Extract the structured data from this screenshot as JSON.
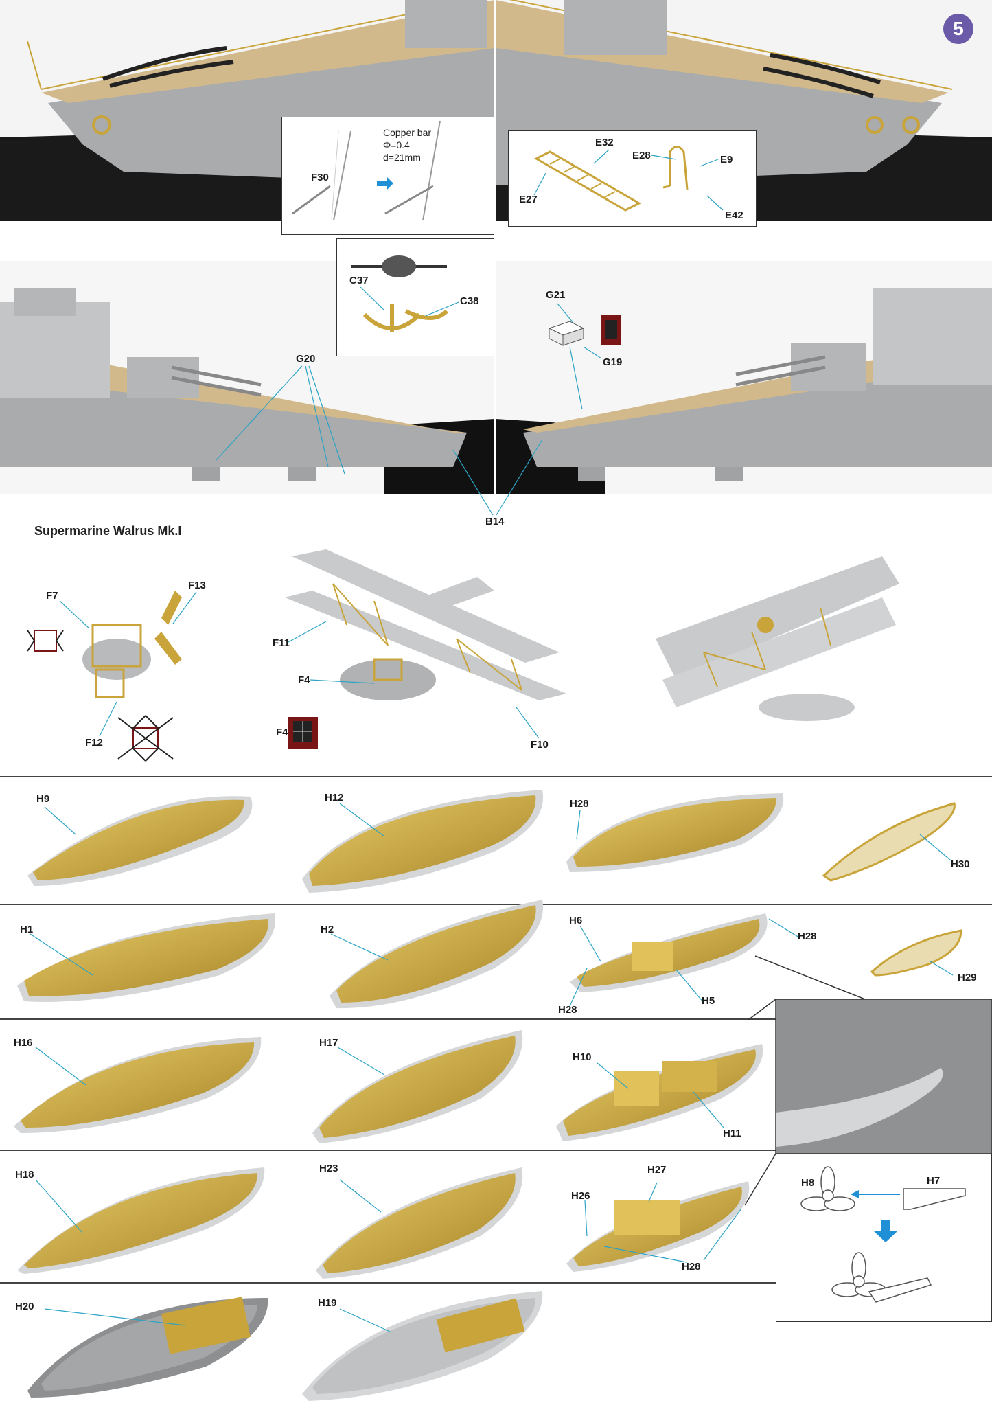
{
  "step_badge": "5",
  "copper_bar": {
    "title": "Copper bar",
    "diameter": "Φ=0.4",
    "length": "d=21mm"
  },
  "aircraft_title": "Supermarine Walrus Mk.I",
  "labels": {
    "F30": "F30",
    "E32": "E32",
    "E28": "E28",
    "E9": "E9",
    "E27": "E27",
    "E42": "E42",
    "C37": "C37",
    "C38": "C38",
    "G20": "G20",
    "G21": "G21",
    "G19": "G19",
    "B14": "B14",
    "F7": "F7",
    "F13": "F13",
    "F11": "F11",
    "F4": "F4",
    "F4b": "F4",
    "F12": "F12",
    "F10": "F10",
    "H9": "H9",
    "H12": "H12",
    "H28a": "H28",
    "H30": "H30",
    "H1": "H1",
    "H2": "H2",
    "H6": "H6",
    "H28b": "H28",
    "H28c": "H28",
    "H5": "H5",
    "H29": "H29",
    "H16": "H16",
    "H17": "H17",
    "H10": "H10",
    "H11": "H11",
    "H18": "H18",
    "H23": "H23",
    "H27": "H27",
    "H26": "H26",
    "H28d": "H28",
    "H8": "H8",
    "H7": "H7",
    "H20": "H20",
    "H19": "H19"
  },
  "colors": {
    "hull_gray": "#a9abad",
    "deck_wood": "#d2b98c",
    "brass": "#c9a43a",
    "leader_blue": "#2ba3c4",
    "arrow_blue": "#1f8fd6",
    "badge_purple": "#6a5aa8"
  }
}
